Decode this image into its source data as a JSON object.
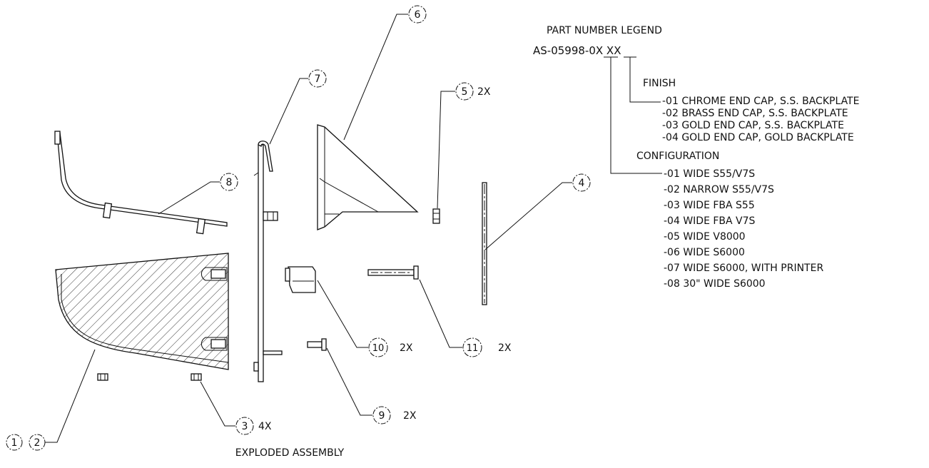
{
  "title": "EXPLODED ASSEMBLY",
  "legend": {
    "heading": "PART NUMBER LEGEND",
    "part_number": "AS-05998-0X XX",
    "finish": {
      "label": "FINISH",
      "options": [
        "-01 CHROME END CAP, S.S. BACKPLATE",
        "-02 BRASS END CAP, S.S. BACKPLATE",
        "-03 GOLD END CAP, S.S. BACKPLATE",
        "-04 GOLD END CAP, GOLD BACKPLATE"
      ]
    },
    "configuration": {
      "label": "CONFIGURATION",
      "options": [
        "-01 WIDE S55/V7S",
        "-02 NARROW S55/V7S",
        "-03 WIDE FBA S55",
        "-04 WIDE FBA V7S",
        "-05 WIDE V8000",
        "-06 WIDE S6000",
        "-07 WIDE S6000, WITH PRINTER",
        "-08 30\" WIDE S6000"
      ]
    }
  },
  "balloons": [
    {
      "id": "b1",
      "number": "1",
      "qty": ""
    },
    {
      "id": "b2",
      "number": "2",
      "qty": ""
    },
    {
      "id": "b3",
      "number": "3",
      "qty": "4X"
    },
    {
      "id": "b4",
      "number": "4",
      "qty": ""
    },
    {
      "id": "b5",
      "number": "5",
      "qty": "2X"
    },
    {
      "id": "b6",
      "number": "6",
      "qty": ""
    },
    {
      "id": "b7",
      "number": "7",
      "qty": ""
    },
    {
      "id": "b8",
      "number": "8",
      "qty": ""
    },
    {
      "id": "b9",
      "number": "9",
      "qty": "2X"
    },
    {
      "id": "b10",
      "number": "10",
      "qty": "2X"
    },
    {
      "id": "b11",
      "number": "11",
      "qty": "2X"
    }
  ]
}
